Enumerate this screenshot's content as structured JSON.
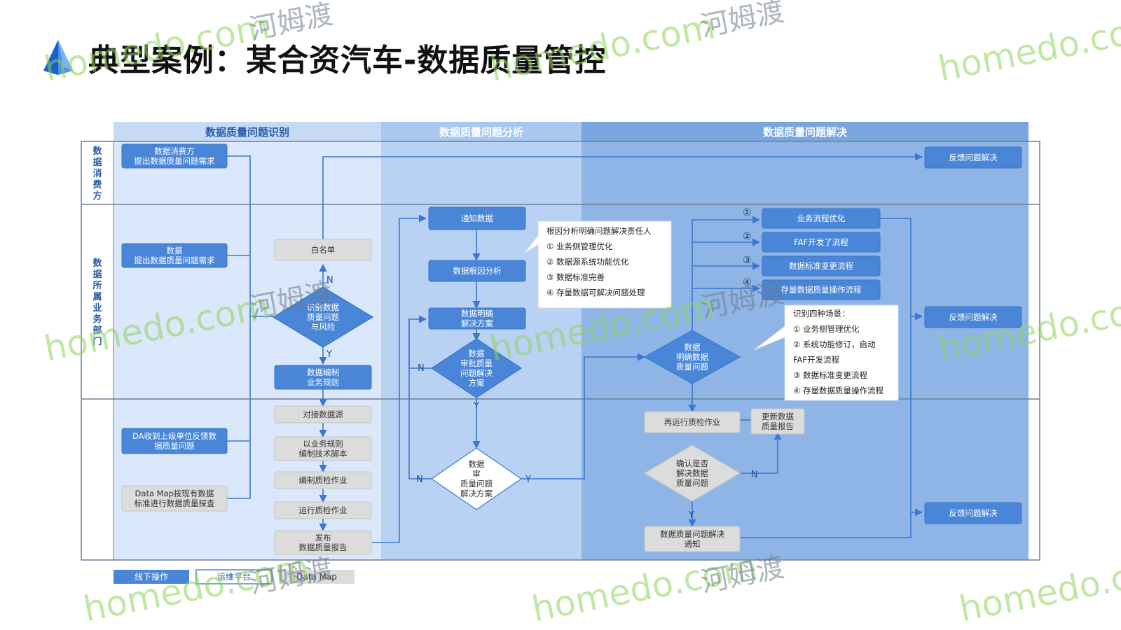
{
  "title": "典型案例：某合资汽车-数据质量管控",
  "watermark": {
    "site": "homedo.com",
    "brand": "河姆渡"
  },
  "phases": [
    "数据质量问题识别",
    "数据质量问题分析",
    "数据质量问题解决"
  ],
  "lanes": [
    "数据消费方",
    "数据所属业务部门",
    ""
  ],
  "boxes": {
    "consumer_req": "数据消费方\n提出数据质量问题需求",
    "dept_req": "数据\n提出数据质量问题需求",
    "da_feedback": "DA收到上级单位反馈数\n据质量问题",
    "datamap_probe": "Data Map按现有数据\n标准进行数据质量探查",
    "whitelist": "白名单",
    "identify": "识别数据\n质量问题\n与风险",
    "write_rules": "数据编制\n业务规则",
    "connect_source": "对接数据源",
    "write_script": "以业务规则\n编制技术脚本",
    "write_job": "编制质检作业",
    "run_job": "运行质检作业",
    "publish_report": "发布\n数据质量报告",
    "notify": "通知数据",
    "root_cause": "数据根因分析",
    "define_solution": "数据明确\n解决方案",
    "review_solution": "数据\n审批质量\n问题解决\n方案",
    "approve": "数据\n审\n质量问题\n解决方案",
    "opt1": "业务流程优化",
    "opt2": "FAF开发了流程",
    "opt3": "数据标准变更流程",
    "opt4": "存量数据质量操作流程",
    "clarify": "数据\n明确数据\n质量问题",
    "rerun": "再运行质检作业",
    "update_report": "更新数据\n质量报告",
    "confirm": "确认是否\n解决数据\n质量问题",
    "notify_solved": "数据质量问题解决\n通知",
    "feedback1": "反馈问题解决",
    "feedback2": "反馈问题解决",
    "feedback3": "反馈问题解决"
  },
  "callout1": {
    "lines": [
      "根因分析明确问题解决责任人",
      "① 业务侧管理优化",
      "② 数据源系统功能优化",
      "③ 数据标准完善",
      "④ 存量数据可解决问题处理"
    ]
  },
  "callout2": {
    "lines": [
      "识别四种场景：",
      "① 业务侧管理优化",
      "② 系统功能修订，启动",
      "FAF开发流程",
      "③ 数据标准变更流程",
      "④ 存量数据质量操作流程"
    ]
  },
  "option_numbers": [
    "①",
    "②",
    "③",
    "④"
  ],
  "branch": {
    "yes": "Y",
    "no": "N"
  },
  "legend": [
    "线下操作",
    "运维平台",
    "Data Map"
  ],
  "colors": {
    "phase1_bg": "#dbe8fb",
    "phase2_bg": "#b9d2f4",
    "phase3_bg": "#8fb5e6",
    "header1": "#c6daf6",
    "header2": "#a9c7ef",
    "header3": "#7aa6df",
    "blue_box": "#4a86d8",
    "gray_box": "#dcdcdc",
    "line": "#3c78cf"
  }
}
